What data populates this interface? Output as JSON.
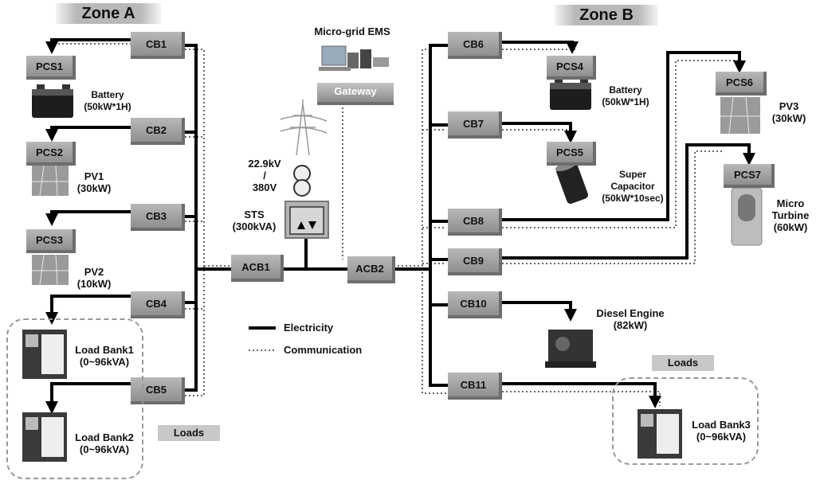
{
  "zones": {
    "a": "Zone A",
    "b": "Zone B"
  },
  "breakers": {
    "cb1": "CB1",
    "cb2": "CB2",
    "cb3": "CB3",
    "cb4": "CB4",
    "cb5": "CB5",
    "cb6": "CB6",
    "cb7": "CB7",
    "cb8": "CB8",
    "cb9": "CB9",
    "cb10": "CB10",
    "cb11": "CB11",
    "acb1": "ACB1",
    "acb2": "ACB2"
  },
  "pcs": {
    "pcs1": "PCS1",
    "pcs2": "PCS2",
    "pcs3": "PCS3",
    "pcs4": "PCS4",
    "pcs5": "PCS5",
    "pcs6": "PCS6",
    "pcs7": "PCS7"
  },
  "ems": {
    "title": "Micro-grid EMS",
    "gateway": "Gateway"
  },
  "labels": {
    "battery_a_1": "Battery",
    "battery_a_2": "(50kW*1H)",
    "pv1_1": "PV1",
    "pv1_2": "(30kW)",
    "pv2_1": "PV2",
    "pv2_2": "(10kW)",
    "lb1_1": "Load Bank1",
    "lb1_2": "(0~96kVA)",
    "lb2_1": "Load Bank2",
    "lb2_2": "(0~96kVA)",
    "loads_a": "Loads",
    "tr_1": "22.9kV",
    "tr_2": "/",
    "tr_3": "380V",
    "sts_1": "STS",
    "sts_2": "(300kVA)",
    "battery_b_1": "Battery",
    "battery_b_2": "(50kW*1H)",
    "sc_1": "Super",
    "sc_2": "Capacitor",
    "sc_3": "(50kW*10sec)",
    "pv3_1": "PV3",
    "pv3_2": "(30kW)",
    "mt_1": "Micro",
    "mt_2": "Turbine",
    "mt_3": "(60kW)",
    "de_1": "Diesel Engine",
    "de_2": "(82kW)",
    "loads_b": "Loads",
    "lb3_1": "Load Bank3",
    "lb3_2": "(0~96kVA)"
  },
  "legend": {
    "electricity": "Electricity",
    "communication": "Communication"
  },
  "colors": {
    "electricity": "#000000",
    "communication": "#666666",
    "box": "#a3a3a3"
  }
}
